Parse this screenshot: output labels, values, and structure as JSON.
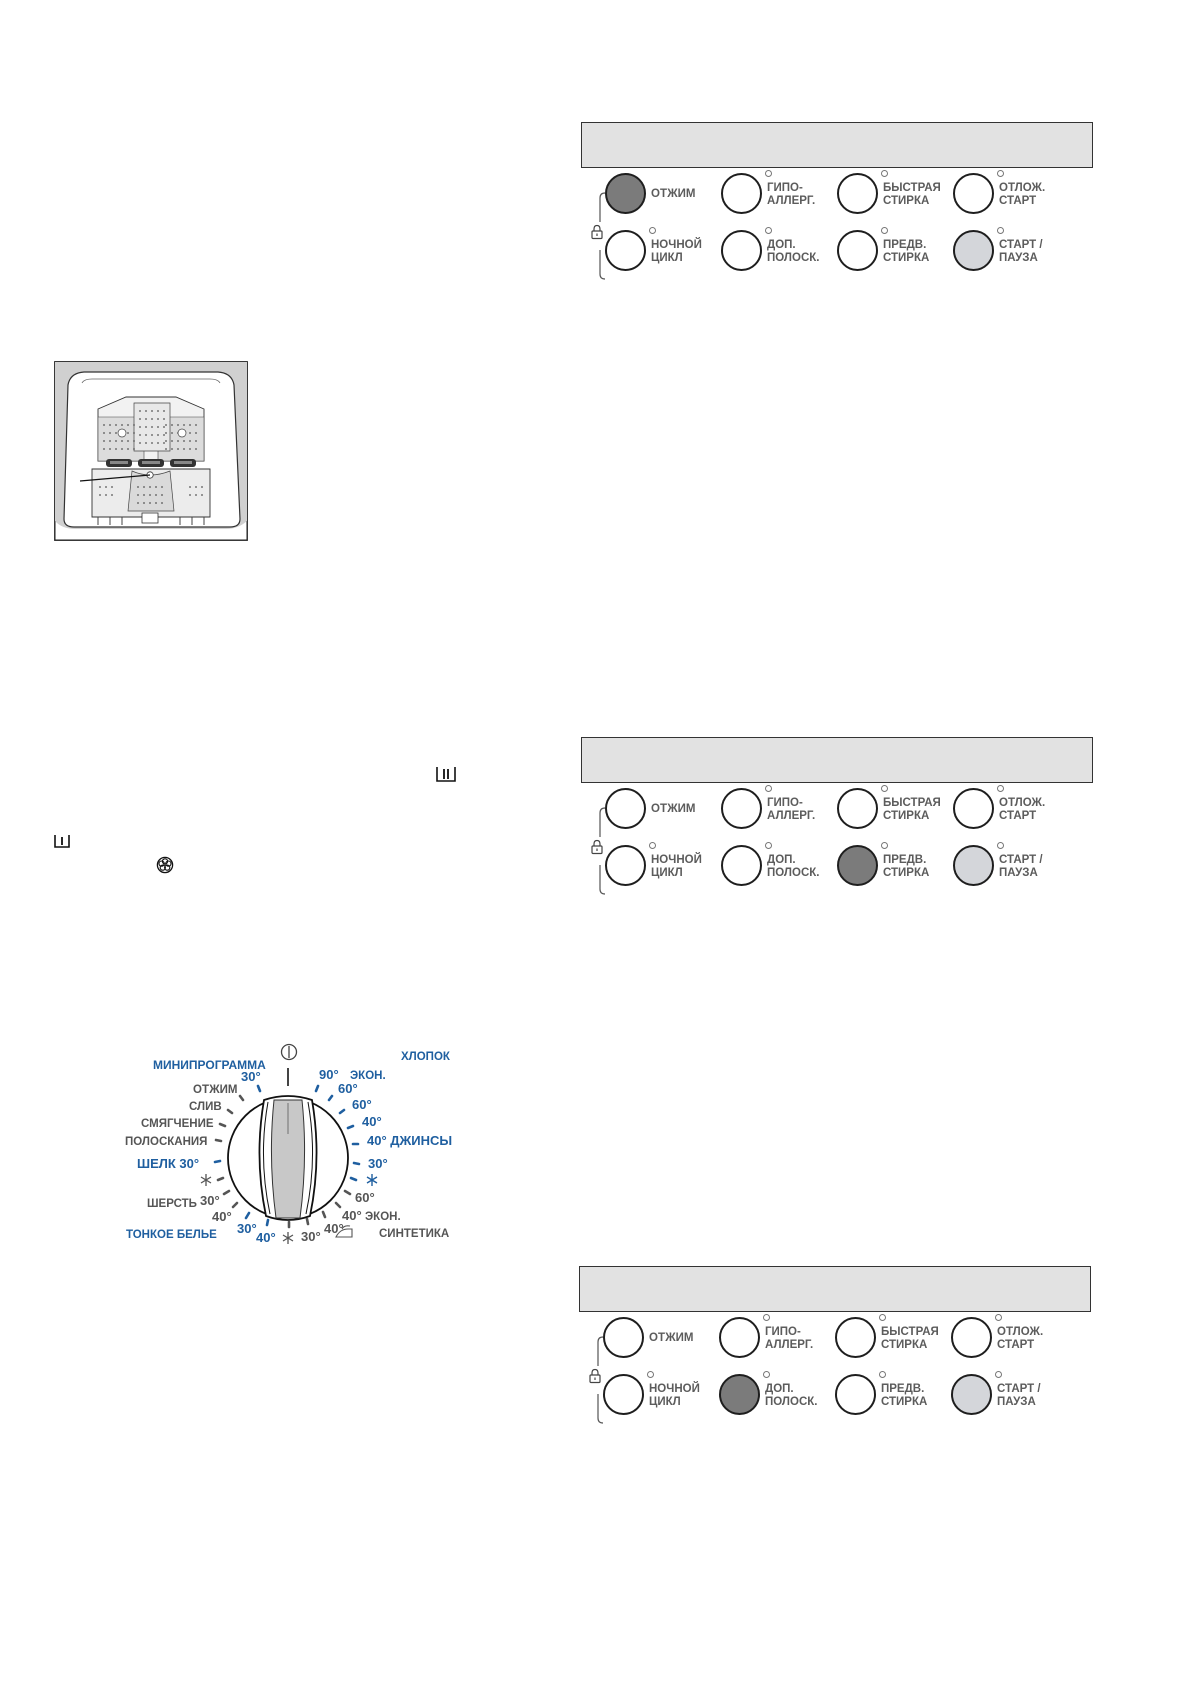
{
  "colors": {
    "display_bg": "#e2e2e2",
    "button_active": "#7b7b7b",
    "button_light": "#d4d6da",
    "label_gray": "#5c5c5c",
    "dial_blue": "#1f5fa0",
    "dial_gray": "#555555",
    "knob": "#c8c8c8"
  },
  "panels": [
    {
      "active": [
        "spin"
      ],
      "buttons": [
        {
          "id": "spin",
          "label": "ОТЖИМ"
        },
        {
          "id": "hypo",
          "label": "ГИПО-\nАЛЛЕРГ."
        },
        {
          "id": "quick",
          "label": "БЫСТРАЯ\nСТИРКА"
        },
        {
          "id": "delay",
          "label": "ОТЛОЖ.\nСТАРТ"
        },
        {
          "id": "night",
          "label": "НОЧНОЙ\nЦИКЛ"
        },
        {
          "id": "rinse",
          "label": "ДОП.\nПОЛОСК."
        },
        {
          "id": "prewash",
          "label": "ПРЕДВ.\nСТИРКА"
        },
        {
          "id": "start",
          "label": "СТАРТ /\nПАУЗА"
        }
      ]
    },
    {
      "active": [
        "prewash"
      ],
      "buttons": [
        {
          "id": "spin",
          "label": "ОТЖИМ"
        },
        {
          "id": "hypo",
          "label": "ГИПО-\nАЛЛЕРГ."
        },
        {
          "id": "quick",
          "label": "БЫСТРАЯ\nСТИРКА"
        },
        {
          "id": "delay",
          "label": "ОТЛОЖ.\nСТАРТ"
        },
        {
          "id": "night",
          "label": "НОЧНОЙ\nЦИКЛ"
        },
        {
          "id": "rinse",
          "label": "ДОП.\nПОЛОСК."
        },
        {
          "id": "prewash",
          "label": "ПРЕДВ.\nСТИРКА"
        },
        {
          "id": "start",
          "label": "СТАРТ /\nПАУЗА"
        }
      ]
    },
    {
      "active": [
        "rinse"
      ],
      "buttons": [
        {
          "id": "spin",
          "label": "ОТЖИМ"
        },
        {
          "id": "hypo",
          "label": "ГИПО-\nАЛЛЕРГ."
        },
        {
          "id": "quick",
          "label": "БЫСТРАЯ\nСТИРКА"
        },
        {
          "id": "delay",
          "label": "ОТЛОЖ.\nСТАРТ"
        },
        {
          "id": "night",
          "label": "НОЧНОЙ\nЦИКЛ"
        },
        {
          "id": "rinse",
          "label": "ДОП.\nПОЛОСК."
        },
        {
          "id": "prewash",
          "label": "ПРЕДВ.\nСТИРКА"
        },
        {
          "id": "start",
          "label": "СТАРТ /\nПАУЗА"
        }
      ]
    }
  ],
  "dial": {
    "labels": {
      "miniprog": "МИНИПРОГРАММА",
      "mini30": "30°",
      "spin": "ОТЖИМ",
      "drain": "СЛИВ",
      "soften": "СМЯГЧЕНИЕ",
      "rinses": "ПОЛОСКАНИЯ",
      "silk": "ШЕЛК 30°",
      "wool": "ШЕРСТЬ",
      "wool30": "30°",
      "wool40": "40°",
      "delicate": "ТОНКОЕ БЕЛЬЕ",
      "del30": "30°",
      "del40": "40°",
      "syn30": "30°",
      "syn40a": "40°",
      "syn40b": "40°",
      "syn60": "60°",
      "synecon": "ЭКОН.",
      "synthetics": "СИНТЕТИКА",
      "cotton": "ХЛОПОК",
      "c90": "90°",
      "cecon": "ЭКОН.",
      "c60a": "60°",
      "c60b": "60°",
      "c40": "40°",
      "jeans": "40° ДЖИНСЫ",
      "c30": "30°"
    },
    "symbols": [
      "off-symbol",
      "cold-wash-icon",
      "cold-wash-icon",
      "cold-wash-icon",
      "iron-icon"
    ]
  }
}
